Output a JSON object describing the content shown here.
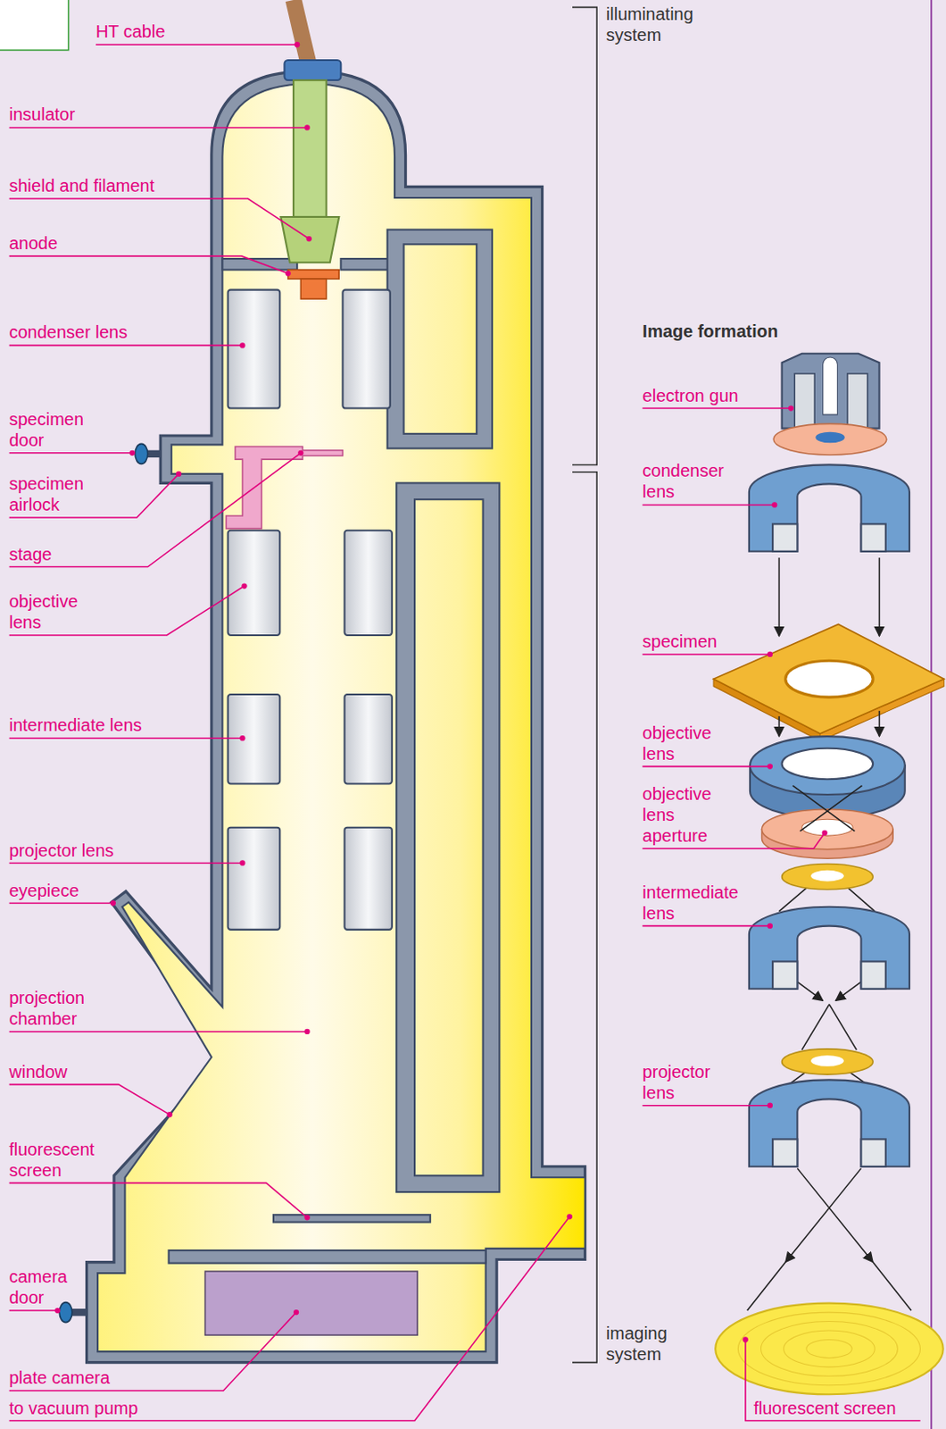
{
  "diagram": {
    "labels": [
      "HT cable",
      "insulator",
      "shield and filament",
      "anode",
      "condenser lens",
      "specimen door",
      "specimen airlock",
      "stage",
      "objective lens",
      "intermediate lens",
      "projector lens",
      "eyepiece",
      "projection chamber",
      "window",
      "fluorescent screen",
      "camera door",
      "plate camera",
      "to vacuum pump",
      "illuminating system",
      "Image formation",
      "electron gun",
      "condenser lens",
      "specimen",
      "objective lens",
      "objective lens aperture",
      "intermediate lens",
      "projector lens",
      "imaging system",
      "fluorescent screen"
    ]
  }
}
